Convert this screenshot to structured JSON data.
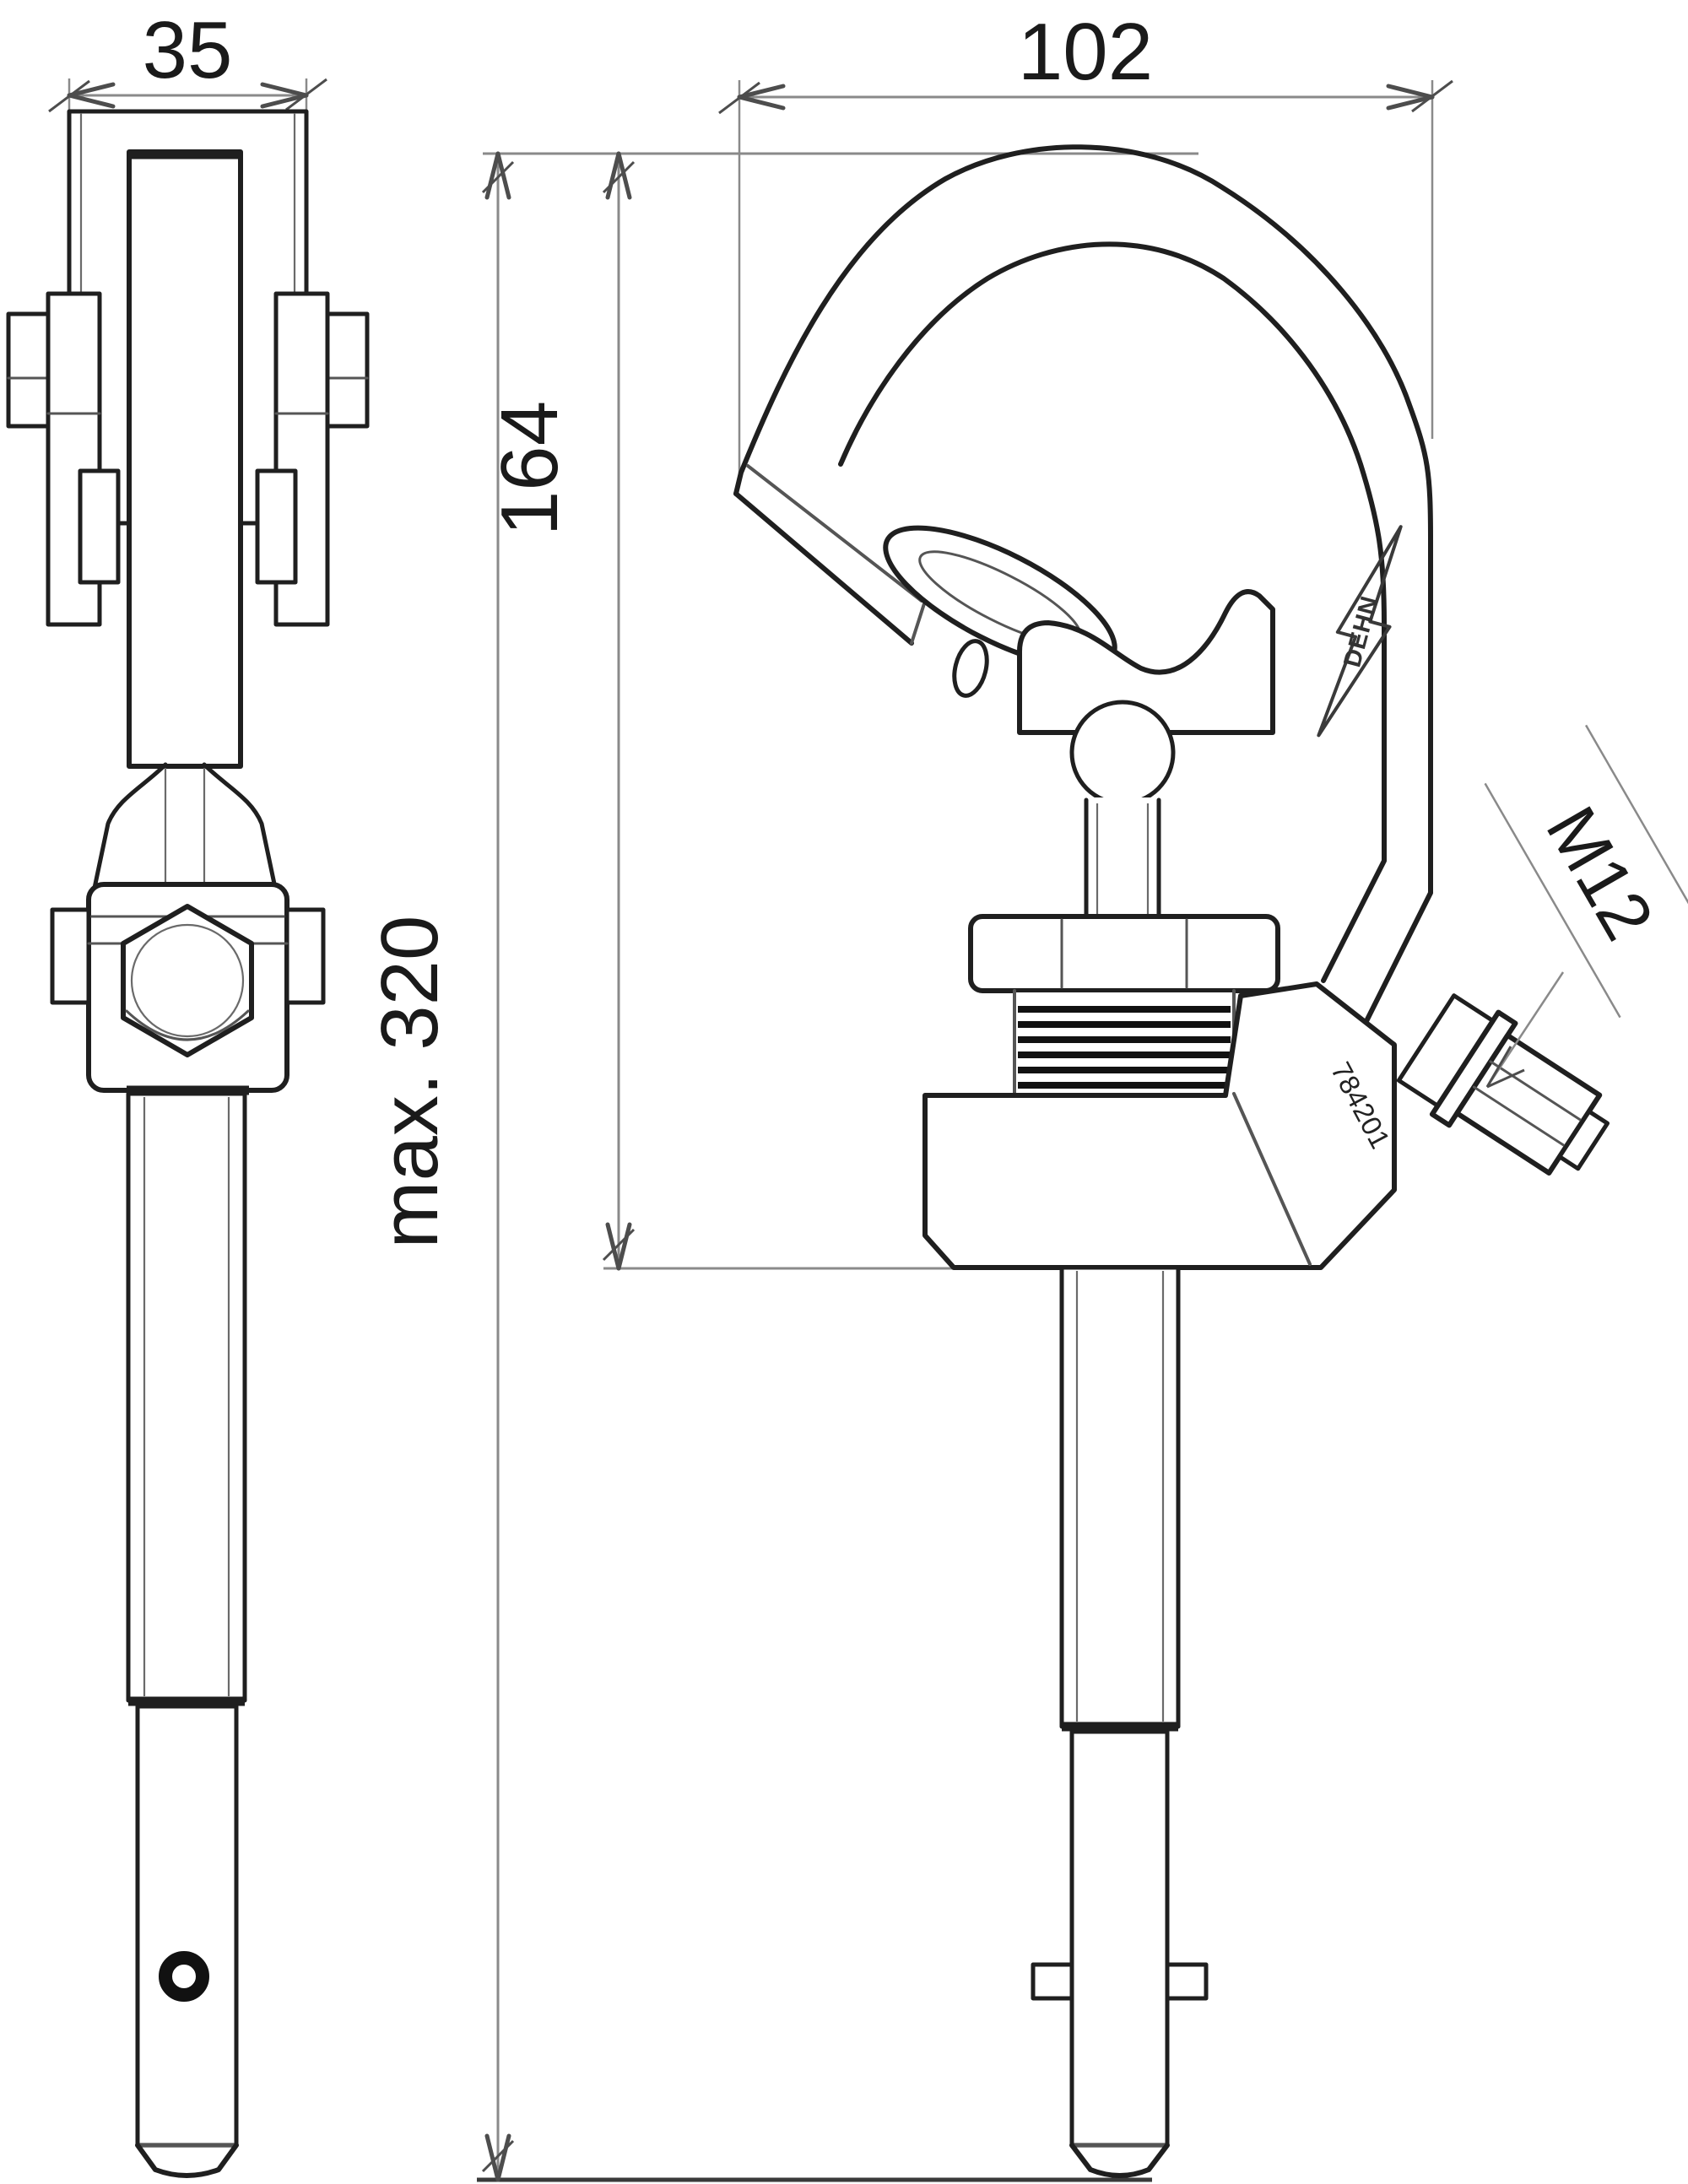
{
  "drawing": {
    "kind": "dimensioned technical drawing, earthing clamp, two views",
    "colors": {
      "background": "#ffffff",
      "outline": "#1f1f1f",
      "dimension_lines": "#8a8a8a",
      "text": "#1a1a1a"
    },
    "views": {
      "side": {
        "width_dim": "35"
      },
      "front": {
        "width_dim": "102",
        "hook_height_dim": "164",
        "max_length_dim": "max. 320",
        "bolt_label": "M12"
      }
    },
    "part_number": "784201",
    "brand": "DEHN"
  }
}
